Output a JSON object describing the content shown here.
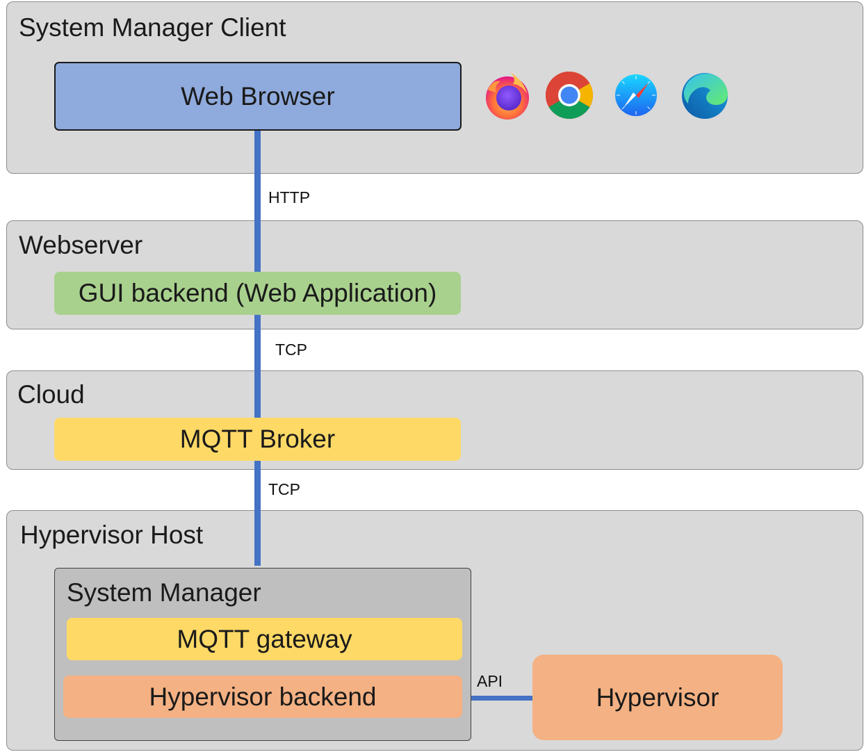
{
  "layers": {
    "client": "System Manager Client",
    "webserver": "Webserver",
    "cloud": "Cloud",
    "host": "Hypervisor Host"
  },
  "components": {
    "web_browser": "Web Browser",
    "gui_backend": "GUI backend (Web Application)",
    "mqtt_broker": "MQTT Broker",
    "system_manager": "System Manager",
    "mqtt_gateway": "MQTT gateway",
    "hypervisor_backend": "Hypervisor backend",
    "hypervisor": "Hypervisor"
  },
  "connections": {
    "http": "HTTP",
    "tcp_1": "TCP",
    "tcp_2": "TCP",
    "api": "API"
  },
  "browser_icons": [
    "firefox-icon",
    "chrome-icon",
    "safari-icon",
    "edge-icon"
  ],
  "colors": {
    "layer_bg": "#d9d9d9",
    "web_browser": "#8faadc",
    "gui_backend": "#a9d18e",
    "mqtt": "#ffd966",
    "hypervisor": "#f4b183",
    "system_manager": "#bfbfbf",
    "connector": "#4472c4"
  }
}
